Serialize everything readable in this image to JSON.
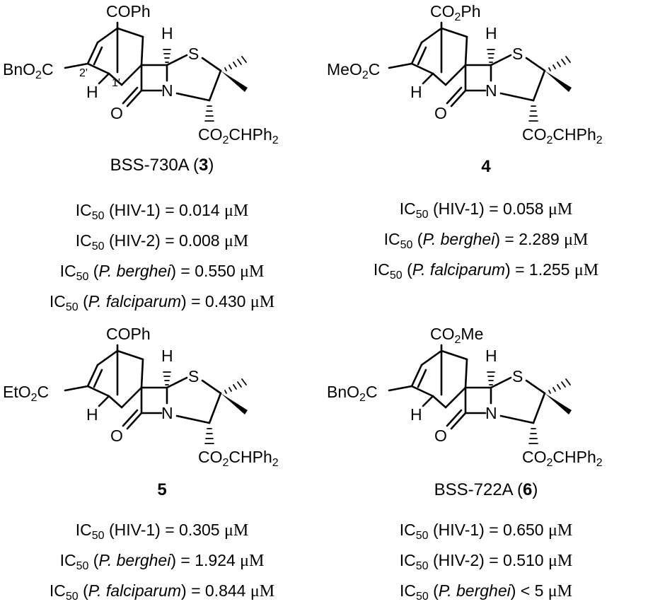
{
  "compounds": [
    {
      "id": "3",
      "name_prefix": "BSS-730A (",
      "number": "3",
      "name_suffix": ")",
      "substituents": {
        "top": "COPh",
        "ester_left": "BnO",
        "ester_left_tail": "C",
        "ester_right": "CO",
        "ester_right_tail": "CHPh",
        "show_locants": true
      },
      "locants": {
        "a": "2'",
        "b": "1'"
      },
      "activities": [
        {
          "prefix": "IC",
          "sub": "50",
          "target": "HIV-1",
          "italic": false,
          "op": "=",
          "value": "0.014",
          "unit": "μM"
        },
        {
          "prefix": "IC",
          "sub": "50",
          "target": "HIV-2",
          "italic": false,
          "op": "=",
          "value": "0.008",
          "unit": "μM"
        },
        {
          "prefix": "IC",
          "sub": "50",
          "target": "P. berghei",
          "italic": true,
          "op": "=",
          "value": "0.550",
          "unit": "μM"
        },
        {
          "prefix": "IC",
          "sub": "50",
          "target": "P. falciparum",
          "italic": true,
          "op": "=",
          "value": "0.430",
          "unit": "μM"
        }
      ]
    },
    {
      "id": "4",
      "name_prefix": "",
      "number": "4",
      "name_suffix": "",
      "substituents": {
        "top": "CO",
        "top_tail": "Ph",
        "ester_left": "MeO",
        "ester_left_tail": "C",
        "ester_right": "CO",
        "ester_right_tail": "CHPh"
      },
      "activities": [
        {
          "prefix": "IC",
          "sub": "50",
          "target": "HIV-1",
          "italic": false,
          "op": "=",
          "value": "0.058",
          "unit": "μM"
        },
        {
          "prefix": "IC",
          "sub": "50",
          "target": "P. berghei",
          "italic": true,
          "op": "=",
          "value": "2.289",
          "unit": "μM"
        },
        {
          "prefix": "IC",
          "sub": "50",
          "target": "P. falciparum",
          "italic": true,
          "op": "=",
          "value": "1.255",
          "unit": "μM"
        }
      ]
    },
    {
      "id": "5",
      "name_prefix": "",
      "number": "5",
      "name_suffix": "",
      "substituents": {
        "top": "COPh",
        "ester_left": "EtO",
        "ester_left_tail": "C",
        "ester_right": "CO",
        "ester_right_tail": "CHPh"
      },
      "activities": [
        {
          "prefix": "IC",
          "sub": "50",
          "target": "HIV-1",
          "italic": false,
          "op": "=",
          "value": "0.305",
          "unit": "μM"
        },
        {
          "prefix": "IC",
          "sub": "50",
          "target": "P. berghei",
          "italic": true,
          "op": "=",
          "value": "1.924",
          "unit": "μM"
        },
        {
          "prefix": "IC",
          "sub": "50",
          "target": "P. falciparum",
          "italic": true,
          "op": "=",
          "value": "0.844",
          "unit": "μM"
        }
      ]
    },
    {
      "id": "6",
      "name_prefix": "BSS-722A (",
      "number": "6",
      "name_suffix": ")",
      "substituents": {
        "top": "CO",
        "top_tail": "Me",
        "ester_left": "BnO",
        "ester_left_tail": "C",
        "ester_right": "CO",
        "ester_right_tail": "CHPh"
      },
      "activities": [
        {
          "prefix": "IC",
          "sub": "50",
          "target": "HIV-1",
          "italic": false,
          "op": "=",
          "value": "0.650",
          "unit": "μM"
        },
        {
          "prefix": "IC",
          "sub": "50",
          "target": "HIV-2",
          "italic": false,
          "op": "=",
          "value": "0.510",
          "unit": "μM"
        },
        {
          "prefix": "IC",
          "sub": "50",
          "target": "P. berghei",
          "italic": true,
          "op": "<",
          "value": "5",
          "unit": "μM"
        }
      ]
    }
  ],
  "common_atoms": {
    "h": "H",
    "s": "S",
    "n": "N",
    "o": "O",
    "two": "2"
  }
}
